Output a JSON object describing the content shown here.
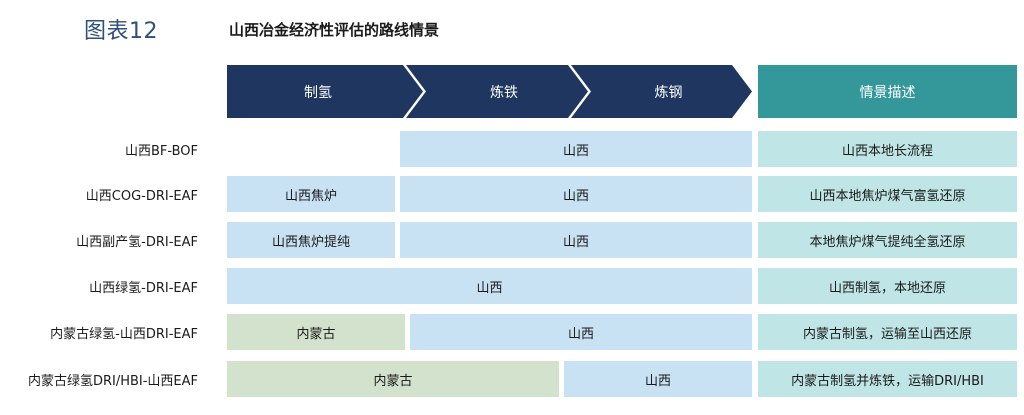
{
  "header": {
    "figure_label": "图表12",
    "title": "山西冶金经济性评估的路线情景"
  },
  "stages": [
    "制氢",
    "炼铁",
    "炼钢"
  ],
  "description_header": "情景描述",
  "routes": [
    {
      "label": "山西BF-BOF",
      "cells": [
        "山西"
      ],
      "description": "山西本地长流程"
    },
    {
      "label": "山西COG-DRI-EAF",
      "cells": [
        "山西焦炉",
        "山西"
      ],
      "description": "山西本地焦炉煤气富氢还原"
    },
    {
      "label": "山西副产氢-DRI-EAF",
      "cells": [
        "山西焦炉提纯",
        "山西"
      ],
      "description": "本地焦炉煤气提纯全氢还原"
    },
    {
      "label": "山西绿氢-DRI-EAF",
      "cells": [
        "山西"
      ],
      "description": "山西制氢，本地还原"
    },
    {
      "label": "内蒙古绿氢-山西DRI-EAF",
      "cells": [
        "内蒙古",
        "山西"
      ],
      "description": "内蒙古制氢，运输至山西还原"
    },
    {
      "label": "内蒙古绿氢DRI/HBI-山西EAF",
      "cells": [
        "内蒙古",
        "山西"
      ],
      "description": "内蒙古制氢并炼铁，运输DRI/HBI"
    }
  ],
  "colors": {
    "stage_fill": "#1e3660",
    "description_header_fill": "#34989b",
    "shanxi_cell": "#c8e2f4",
    "neimenggu_cell": "#d3e2cc",
    "description_cell": "#c0e5e6"
  }
}
